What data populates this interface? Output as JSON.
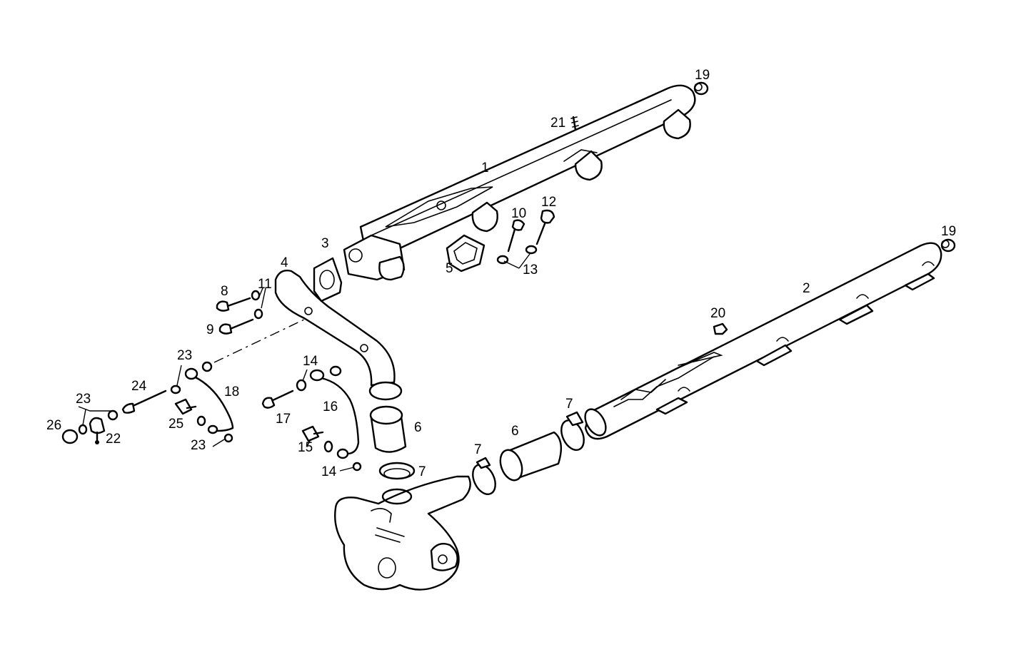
{
  "callouts": [
    {
      "id": "c1",
      "text": "1"
    },
    {
      "id": "c2",
      "text": "2"
    },
    {
      "id": "c3",
      "text": "3"
    },
    {
      "id": "c4",
      "text": "4"
    },
    {
      "id": "c5",
      "text": "5"
    },
    {
      "id": "c6a",
      "text": "6"
    },
    {
      "id": "c6b",
      "text": "6"
    },
    {
      "id": "c7a",
      "text": "7"
    },
    {
      "id": "c7b",
      "text": "7"
    },
    {
      "id": "c7c",
      "text": "7"
    },
    {
      "id": "c8",
      "text": "8"
    },
    {
      "id": "c9",
      "text": "9"
    },
    {
      "id": "c10",
      "text": "10"
    },
    {
      "id": "c11",
      "text": "11"
    },
    {
      "id": "c12",
      "text": "12"
    },
    {
      "id": "c13",
      "text": "13"
    },
    {
      "id": "c14a",
      "text": "14"
    },
    {
      "id": "c14b",
      "text": "14"
    },
    {
      "id": "c15",
      "text": "15"
    },
    {
      "id": "c16",
      "text": "16"
    },
    {
      "id": "c17",
      "text": "17"
    },
    {
      "id": "c18",
      "text": "18"
    },
    {
      "id": "c19a",
      "text": "19"
    },
    {
      "id": "c19b",
      "text": "19"
    },
    {
      "id": "c20",
      "text": "20"
    },
    {
      "id": "c21",
      "text": "21"
    },
    {
      "id": "c22",
      "text": "22"
    },
    {
      "id": "c23a",
      "text": "23"
    },
    {
      "id": "c23b",
      "text": "23"
    },
    {
      "id": "c23c",
      "text": "23"
    },
    {
      "id": "c24",
      "text": "24"
    },
    {
      "id": "c25",
      "text": "25"
    },
    {
      "id": "c26",
      "text": "26"
    }
  ]
}
